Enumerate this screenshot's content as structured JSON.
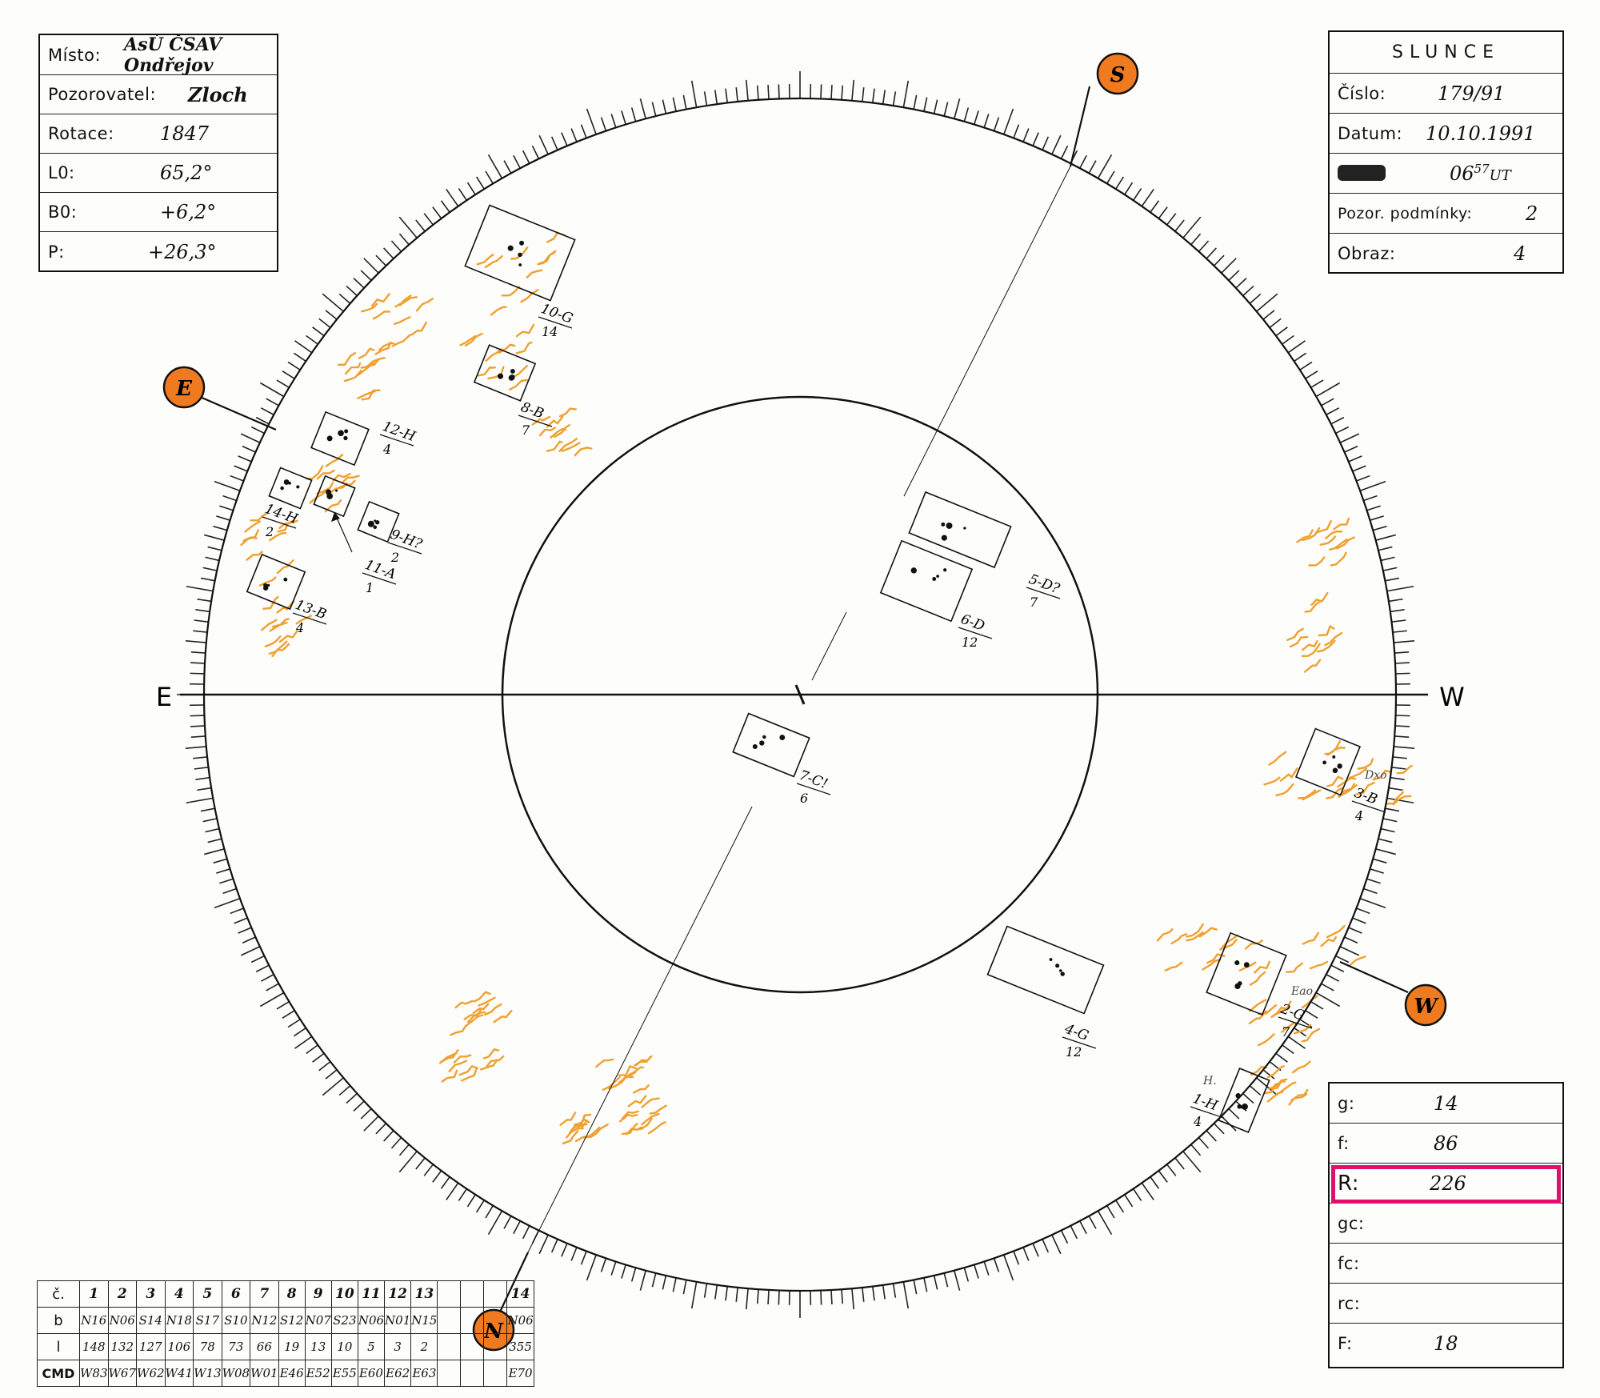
{
  "info": {
    "misto_label": "Místo:",
    "misto_value": "AsÚ ČSAV Ondřejov",
    "pozorovatel_label": "Pozorovatel:",
    "pozorovatel_value": "Zloch",
    "rotace_label": "Rotace:",
    "rotace_value": "1847",
    "l0_label": "L0:",
    "l0_value": "65,2°",
    "b0_label": "B0:",
    "b0_value": "+6,2°",
    "p_label": "P:",
    "p_value": "+26,3°"
  },
  "sun": {
    "title": "SLUNCE",
    "cislo_label": "Číslo:",
    "cislo_value": "179/91",
    "datum_label": "Datum:",
    "datum_value": "10.10.1991",
    "cas_value": "06",
    "cas_minutes": "57",
    "cas_unit": "UT",
    "pozor_label": "Pozor. podmínky:",
    "pozor_value": "2",
    "obraz_label": "Obraz:",
    "obraz_value": "4"
  },
  "stats": {
    "g_label": "g:",
    "g_value": "14",
    "f_label": "f:",
    "f_value": "86",
    "r_label": "R:",
    "r_value": "226",
    "gc_label": "gc:",
    "fc_label": "fc:",
    "rc_label": "rc:",
    "F_label": "F:",
    "F_value": "18"
  },
  "compass": {
    "e_axis": "E",
    "w_axis": "W",
    "s_marker": "S",
    "n_marker": "N",
    "e_marker": "E",
    "w_marker": "W"
  },
  "groups": [
    {
      "id": "10-G",
      "count": "14"
    },
    {
      "id": "8-B",
      "count": "7"
    },
    {
      "id": "12-H",
      "count": "4"
    },
    {
      "id": "14-H",
      "count": "2"
    },
    {
      "id": "11-A",
      "count": "1"
    },
    {
      "id": "9-H?",
      "count": "2"
    },
    {
      "id": "13-B",
      "count": "4"
    },
    {
      "id": "5-D?",
      "count": "7"
    },
    {
      "id": "6-D",
      "count": "12"
    },
    {
      "id": "7-C!",
      "count": "6"
    },
    {
      "id": "3-B",
      "count": "4",
      "note": "Dxo"
    },
    {
      "id": "4-G",
      "count": "12"
    },
    {
      "id": "2-G",
      "count": "7",
      "note": "Eao"
    },
    {
      "id": "1-H",
      "count": "4",
      "note": "H."
    }
  ],
  "table": {
    "row_labels": [
      "č.",
      "b",
      "l",
      "CMD"
    ],
    "numbers": [
      "1",
      "2",
      "3",
      "4",
      "5",
      "6",
      "7",
      "8",
      "9",
      "10",
      "11",
      "12",
      "13",
      "14"
    ],
    "b": [
      "N16",
      "N06",
      "S14",
      "N18",
      "S17",
      "S10",
      "N12",
      "S12",
      "N07",
      "S23",
      "N06",
      "N01",
      "N15",
      "N06"
    ],
    "l": [
      "148",
      "132",
      "127",
      "106",
      "78",
      "73",
      "66",
      "19",
      "13",
      "10",
      "5",
      "3",
      "2",
      "355"
    ],
    "cmd": [
      "W83",
      "W67",
      "W62",
      "W41",
      "W13",
      "W08",
      "W01",
      "E46",
      "E52",
      "E55",
      "E60",
      "E62",
      "E63",
      "E70"
    ]
  },
  "colors": {
    "facula": "#f0a030",
    "marker_fill": "#f07a20",
    "highlight": "#e0106c"
  }
}
